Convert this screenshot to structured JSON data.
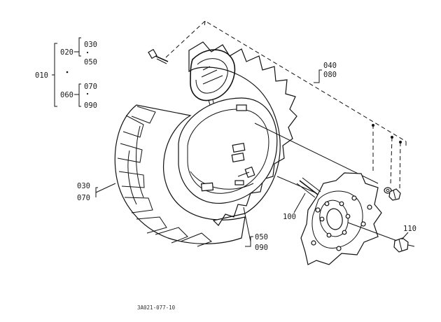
{
  "diagram": {
    "caption": "3A021-077-10",
    "callouts": {
      "c010": "010",
      "c020": "020",
      "c030_top": "030",
      "c050_top": "050",
      "c060": "060",
      "c070_top": "070",
      "c090_top": "090",
      "c040": "040",
      "c080": "080",
      "c030_tire": "030",
      "c070_tire": "070",
      "c050_rim": "050",
      "c090_rim": "090",
      "c100": "100",
      "c110": "110"
    }
  }
}
